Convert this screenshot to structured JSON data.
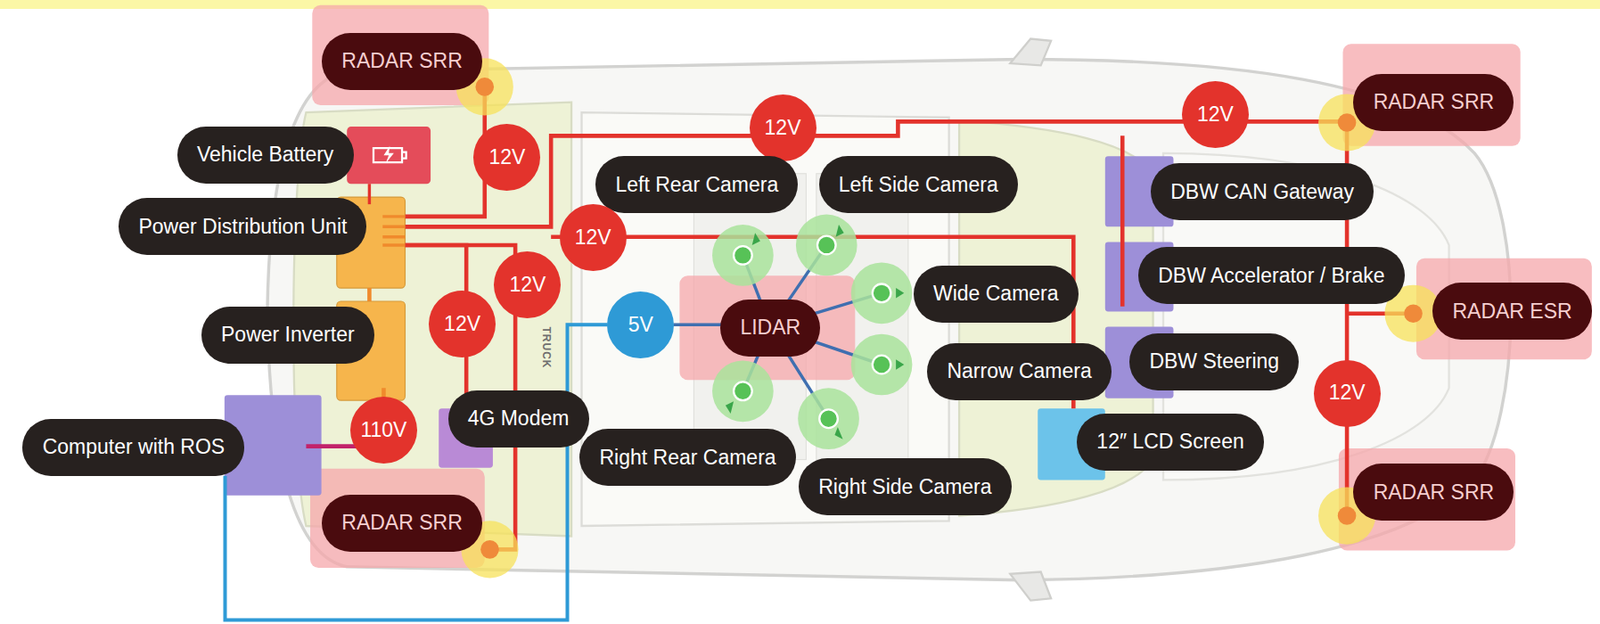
{
  "diagram": {
    "nodes": [
      {
        "text": [
          "RADAR SRR"
        ]
      },
      {
        "text": [
          "12V"
        ]
      },
      {
        "text": [
          "12V"
        ]
      },
      {
        "text": [
          "RADAR SRR"
        ]
      },
      {
        "text": [
          "Vehicle Battery"
        ]
      },
      {
        "text": [
          "12V"
        ]
      },
      {
        "text": [
          "Left Rear Camera"
        ]
      },
      {
        "text": [
          "Left Side Camera"
        ]
      },
      {
        "text": [
          "DBW CAN Gateway"
        ]
      },
      {
        "text": [
          "Power Distribution Unit"
        ]
      },
      {
        "text": [
          "12V"
        ]
      },
      {
        "text": [
          "DBW Accelerator / Brake"
        ]
      },
      {
        "text": [
          "Wide Camera"
        ]
      },
      {
        "text": [
          "12V"
        ]
      },
      {
        "text": [
          "RADAR ESR"
        ]
      },
      {
        "text": [
          "Power Inverter"
        ]
      },
      {
        "text": [
          "12V"
        ]
      },
      {
        "text": [
          "5V"
        ]
      },
      {
        "text": [
          "LIDAR"
        ]
      },
      {
        "text": [
          "Narrow Camera"
        ]
      },
      {
        "text": [
          "DBW Steering"
        ]
      },
      {
        "text": [
          "12V"
        ]
      },
      {
        "text": [
          "4G Modem"
        ]
      },
      {
        "text": [
          "110V"
        ]
      },
      {
        "text": [
          "Computer with ROS"
        ]
      },
      {
        "text": [
          "Right Rear Camera"
        ]
      },
      {
        "text": [
          "12″ LCD Screen"
        ]
      },
      {
        "text": [
          "RADAR SRR"
        ]
      },
      {
        "text": [
          "RADAR SRR"
        ]
      },
      {
        "text": [
          "Right Side Camera"
        ]
      }
    ],
    "edges": [
      {
        "from": 24,
        "to": 17,
        "arrow": "none"
      }
    ],
    "labels": [
      "TRUCK"
    ]
  }
}
